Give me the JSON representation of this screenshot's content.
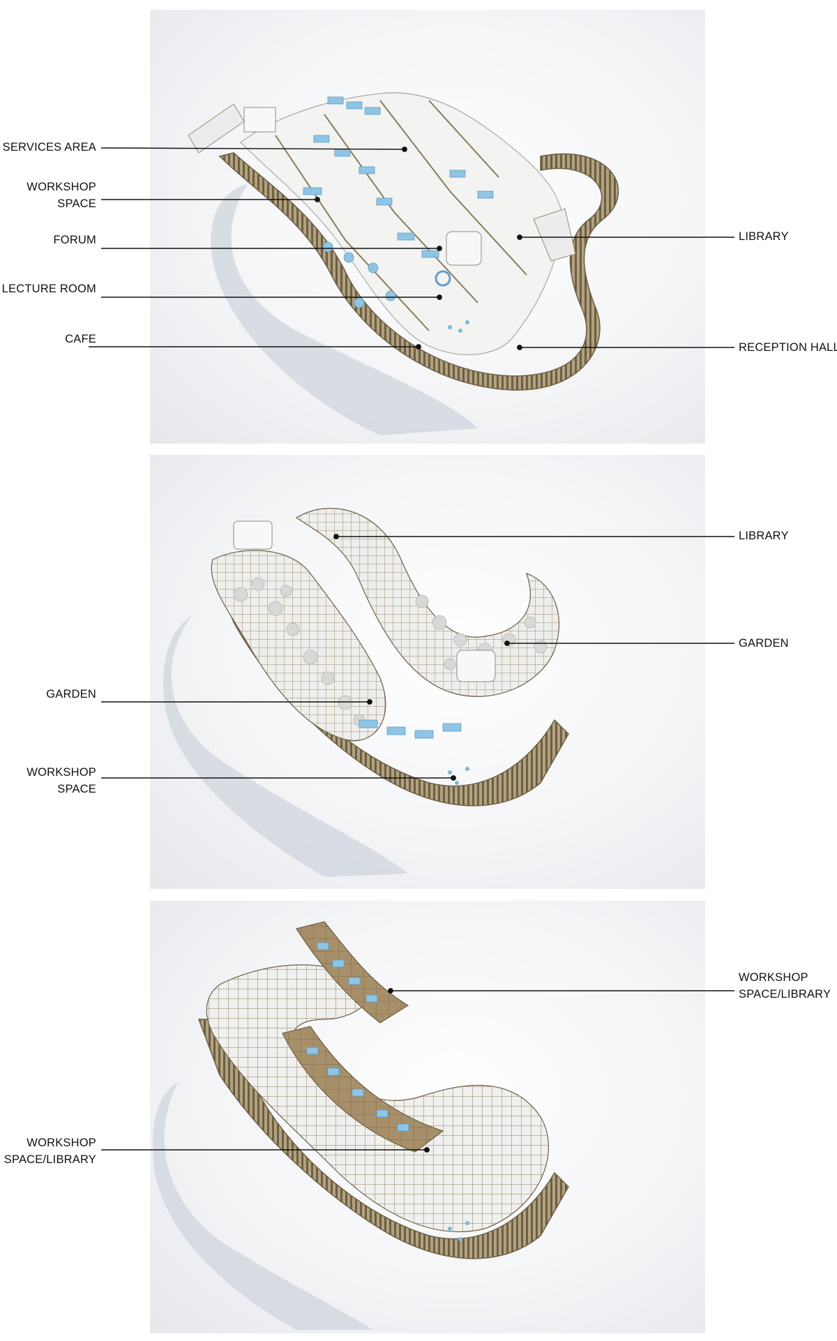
{
  "panels": [
    {
      "labels": [
        {
          "lines": [
            "SERVICES AREA"
          ],
          "side": "left"
        },
        {
          "lines": [
            "WORKSHOP",
            "SPACE"
          ],
          "side": "left"
        },
        {
          "lines": [
            "FORUM"
          ],
          "side": "left"
        },
        {
          "lines": [
            "LECTURE ROOM"
          ],
          "side": "left"
        },
        {
          "lines": [
            "CAFE"
          ],
          "side": "left"
        },
        {
          "lines": [
            "LIBRARY"
          ],
          "side": "right"
        },
        {
          "lines": [
            "RECEPTION HALL"
          ],
          "side": "right"
        }
      ]
    },
    {
      "labels": [
        {
          "lines": [
            "LIBRARY"
          ],
          "side": "right"
        },
        {
          "lines": [
            "GARDEN"
          ],
          "side": "right"
        },
        {
          "lines": [
            "GARDEN"
          ],
          "side": "left"
        },
        {
          "lines": [
            "WORKSHOP",
            "SPACE"
          ],
          "side": "left"
        }
      ]
    },
    {
      "labels": [
        {
          "lines": [
            "WORKSHOP",
            "SPACE/LIBRARY"
          ],
          "side": "right"
        },
        {
          "lines": [
            "WORKSHOP",
            "SPACE/LIBRARY"
          ],
          "side": "left"
        }
      ]
    }
  ],
  "colors": {
    "timber": "#8a7a5c",
    "timber_dark": "#6d5f45",
    "floor": "#f3f3f1",
    "furniture": "#8fc4e4",
    "shadow": "#c9ced8",
    "deck": "#9f8a66",
    "leader": "#111111"
  }
}
